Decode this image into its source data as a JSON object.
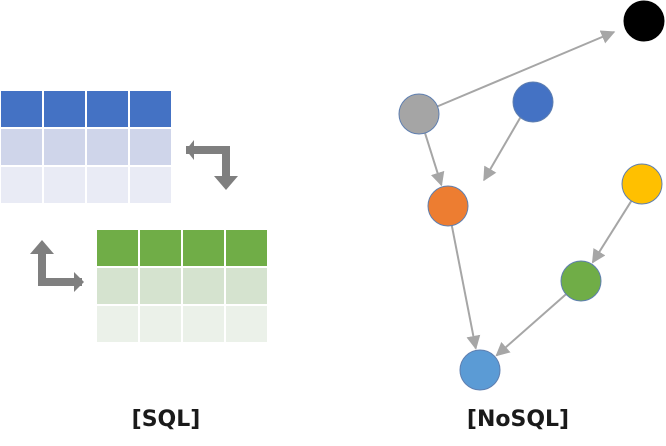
{
  "sql": {
    "label": "[SQL]",
    "blue_table": {
      "header_color": "#4472C4",
      "row_colors": [
        "#CFD5EA",
        "#E9EBF5"
      ],
      "columns": 4,
      "rows": 2
    },
    "green_table": {
      "header_color": "#70AD47",
      "row_colors": [
        "#D5E3CF",
        "#EBF1E9"
      ],
      "columns": 4,
      "rows": 2
    },
    "arrow_color": "#7F7F7F"
  },
  "nosql": {
    "label": "[NoSQL]",
    "edge_color": "#A6A6A6",
    "nodes": [
      {
        "id": "black-node",
        "color": "#000000"
      },
      {
        "id": "gray-node",
        "color": "#A5A5A5"
      },
      {
        "id": "blue-node",
        "color": "#4472C4"
      },
      {
        "id": "orange-node",
        "color": "#ED7D31"
      },
      {
        "id": "yellow-node",
        "color": "#FFC000"
      },
      {
        "id": "green-node",
        "color": "#70AD47"
      },
      {
        "id": "light-blue-node",
        "color": "#5B9BD5"
      }
    ],
    "edges": [
      {
        "from": "gray-node",
        "to": "black-node"
      },
      {
        "from": "gray-node",
        "to": "orange-node"
      },
      {
        "from": "blue-node",
        "to": "orange-node"
      },
      {
        "from": "orange-node",
        "to": "light-blue-node"
      },
      {
        "from": "yellow-node",
        "to": "green-node"
      },
      {
        "from": "green-node",
        "to": "light-blue-node"
      }
    ]
  }
}
